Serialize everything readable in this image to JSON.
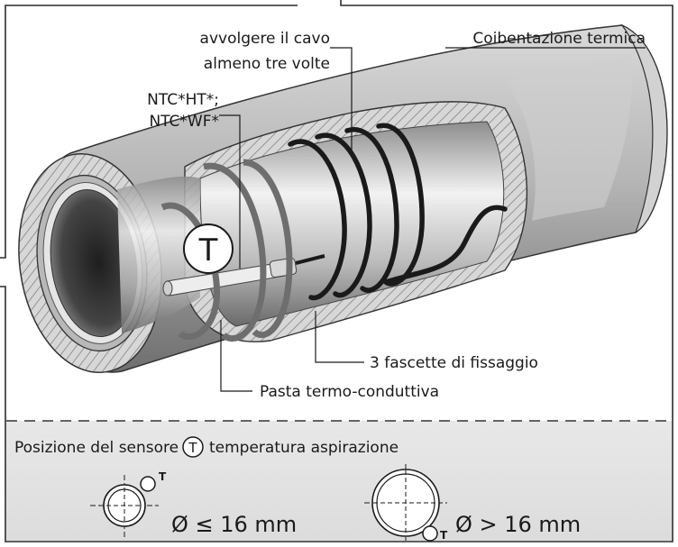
{
  "labels": {
    "cable_wrap_line1": "avvolgere il cavo",
    "cable_wrap_line2": "almeno tre volte",
    "insulation": "Coibentazione termica",
    "sensor_line1": "NTC*HT*;",
    "sensor_line2": "NTC*WF*",
    "sensor_symbol": "T",
    "clamps": "3 fascette di fissaggio",
    "paste": "Pasta termo-conduttiva"
  },
  "footer": {
    "title_before": "Posizione del sensore",
    "title_symbol": "T",
    "title_after": "temperatura aspirazione",
    "option_small": {
      "sensor_mark": "T",
      "label": "Ø ≤ 16 mm"
    },
    "option_large": {
      "sensor_mark": "T",
      "label": "Ø > 16 mm"
    }
  },
  "colors": {
    "frame": "#2b2b2b",
    "footer_bg": "#e3e3e3",
    "insulation_outer": "#9c9c9c",
    "pipe_metal": "#c8c8c8",
    "cable": "#1a1a1a",
    "label_text": "#1a1a1a"
  }
}
